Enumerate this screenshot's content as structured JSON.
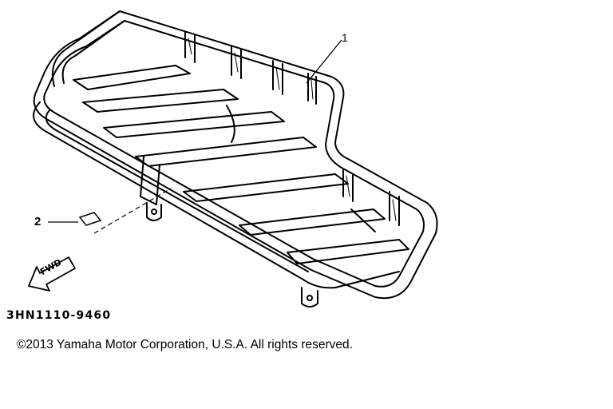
{
  "diagram": {
    "callouts": [
      {
        "id": "1",
        "label": "1"
      },
      {
        "id": "2",
        "label": "2"
      }
    ],
    "direction_marker": "FWD",
    "part_code": "3HN1110-9460",
    "copyright": "©2013 Yamaha Motor Corporation, U.S.A. All rights reserved."
  }
}
